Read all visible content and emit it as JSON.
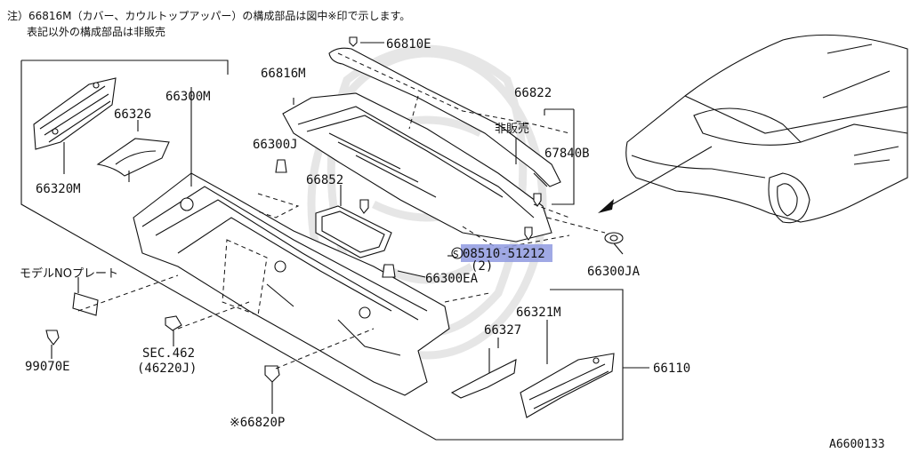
{
  "notes": {
    "line1": "注）66816M（カバー、カウルトップアッパー）の構成部品は図中※印で示します。",
    "line2": "表記以外の構成部品は非販売"
  },
  "labels": {
    "p66810E": "66810E",
    "p66816M": "66816M",
    "p66300M": "66300M",
    "p66326": "66326",
    "p66320M": "66320M",
    "p66822": "66822",
    "not_sold": "非販売",
    "p67840B": "67840B",
    "p66300J": "66300J",
    "p66852": "66852",
    "p08510_prefix": "S",
    "p08510": "08510-51212",
    "p08510_qty": "(2)",
    "p66300EA": "66300EA",
    "p66300JA": "66300JA",
    "model_plate": "モデルNOプレート",
    "p99070E": "99070E",
    "sec462": "SEC.462",
    "sec462_sub": "(46220J)",
    "p66820P": "※66820P",
    "p66321M": "66321M",
    "p66327": "66327",
    "p66110": "66110",
    "diagram_id": "A6600133"
  },
  "highlight_color": "#8f9ae0"
}
